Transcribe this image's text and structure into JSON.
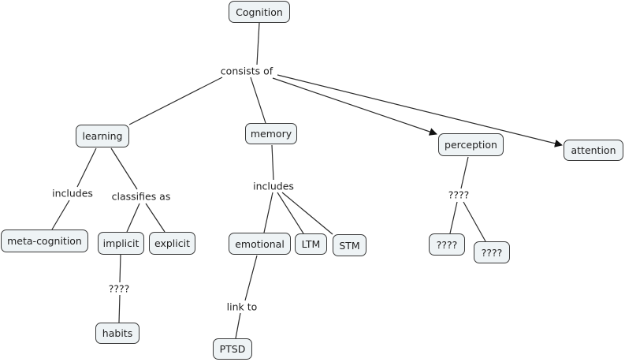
{
  "diagram": {
    "type": "concept-map",
    "colors": {
      "node_fill": "#eef3f5",
      "node_border": "#3a3a3a",
      "line": "#2a2a2a",
      "text": "#222222"
    },
    "concepts": [
      {
        "id": "cognition",
        "text": "Cognition"
      },
      {
        "id": "learning",
        "text": "learning"
      },
      {
        "id": "memory",
        "text": "memory"
      },
      {
        "id": "perception",
        "text": "perception"
      },
      {
        "id": "attention",
        "text": "attention"
      },
      {
        "id": "meta-cognition",
        "text": "meta-cognition"
      },
      {
        "id": "implicit",
        "text": "implicit"
      },
      {
        "id": "explicit",
        "text": "explicit"
      },
      {
        "id": "habits",
        "text": "habits"
      },
      {
        "id": "emotional",
        "text": "emotional"
      },
      {
        "id": "ltm",
        "text": "LTM"
      },
      {
        "id": "stm",
        "text": "STM"
      },
      {
        "id": "ptsd",
        "text": "PTSD"
      },
      {
        "id": "unknown1",
        "text": "????"
      },
      {
        "id": "unknown2",
        "text": "????"
      }
    ],
    "linking_phrases": [
      {
        "id": "consists-of",
        "text": "consists of"
      },
      {
        "id": "includes-learning",
        "text": "includes"
      },
      {
        "id": "classifies-as",
        "text": "classifies as"
      },
      {
        "id": "includes-memory",
        "text": "includes"
      },
      {
        "id": "unknown-implicit",
        "text": "????"
      },
      {
        "id": "link-to",
        "text": "link to"
      },
      {
        "id": "unknown-perception",
        "text": "????"
      }
    ],
    "propositions": [
      {
        "from": "cognition",
        "via": "consists-of",
        "to": [
          "learning",
          "memory",
          "perception",
          "attention"
        ]
      },
      {
        "from": "learning",
        "via": "includes-learning",
        "to": [
          "meta-cognition"
        ]
      },
      {
        "from": "learning",
        "via": "classifies-as",
        "to": [
          "implicit",
          "explicit"
        ]
      },
      {
        "from": "implicit",
        "via": "unknown-implicit",
        "to": [
          "habits"
        ]
      },
      {
        "from": "memory",
        "via": "includes-memory",
        "to": [
          "emotional",
          "ltm",
          "stm"
        ]
      },
      {
        "from": "emotional",
        "via": "link-to",
        "to": [
          "ptsd"
        ]
      },
      {
        "from": "perception",
        "via": "unknown-perception",
        "to": [
          "unknown1",
          "unknown2"
        ]
      }
    ]
  }
}
